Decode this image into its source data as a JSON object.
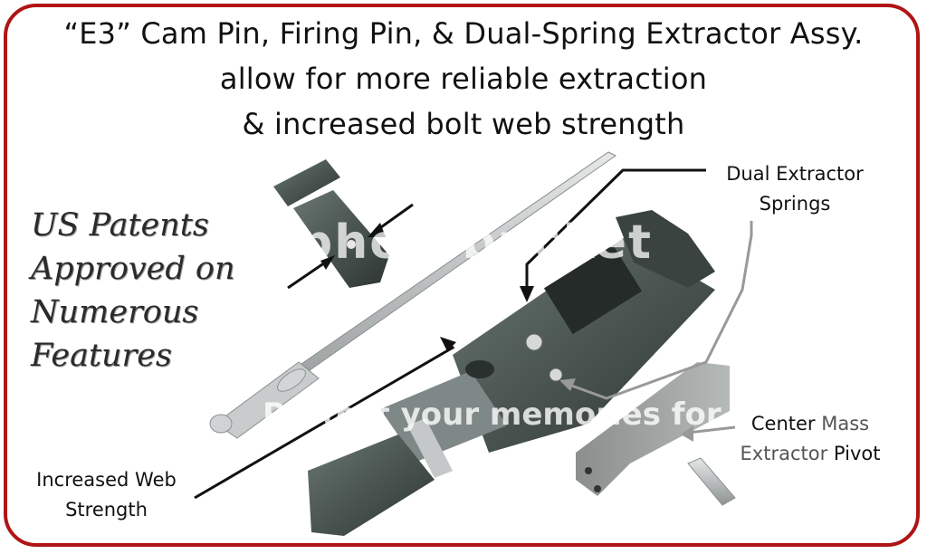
{
  "title": {
    "line1": "“E3” Cam Pin, Firing Pin, & Dual-Spring Extractor Assy.",
    "line2": "allow for more reliable extraction",
    "line3": "& increased bolt web strength"
  },
  "patents": {
    "line1": "US Patents",
    "line2": "Approved on",
    "line3": "Numerous",
    "line4": "Features"
  },
  "labels": {
    "dual_line1": "Dual Extractor",
    "dual_line2": "Springs",
    "web_line1": "Increased Web",
    "web_line2": "Strength",
    "center_word1": "Center",
    "center_word2": "Mass",
    "center_word3": "Extractor",
    "center_word4": "Pivot"
  },
  "watermark": {
    "line1": "photobucket",
    "line2": "Protect your memories for less!"
  },
  "colors": {
    "border": "#b01414",
    "parts": "#4a5552"
  }
}
